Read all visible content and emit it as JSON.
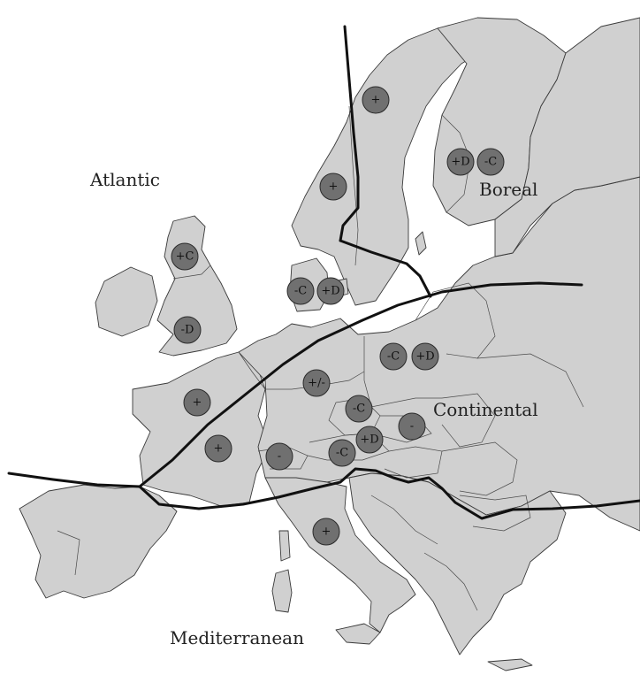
{
  "regions": {
    "atlantic": "Atlantic",
    "boreal": "Boreal",
    "continental": "Continental",
    "mediterranean": "Mediterranean"
  },
  "markers": [
    {
      "id": "norway-north",
      "label": "+"
    },
    {
      "id": "finland-a",
      "label": "+D"
    },
    {
      "id": "finland-b",
      "label": "-C"
    },
    {
      "id": "norway-south",
      "label": "+"
    },
    {
      "id": "scotland",
      "label": "+C"
    },
    {
      "id": "denmark-a",
      "label": "-C"
    },
    {
      "id": "denmark-b",
      "label": "+D"
    },
    {
      "id": "england",
      "label": "-D"
    },
    {
      "id": "poland-a",
      "label": "-C"
    },
    {
      "id": "poland-b",
      "label": "+D"
    },
    {
      "id": "germany",
      "label": "+/-"
    },
    {
      "id": "czech",
      "label": "-C"
    },
    {
      "id": "france-north",
      "label": "+"
    },
    {
      "id": "slovakia",
      "label": "-"
    },
    {
      "id": "austria",
      "label": "+D"
    },
    {
      "id": "france-south",
      "label": "+"
    },
    {
      "id": "switzerland",
      "label": "-"
    },
    {
      "id": "alps",
      "label": "-C"
    },
    {
      "id": "italy",
      "label": "+"
    }
  ],
  "colors": {
    "land": "#d0d0d0",
    "marker": "#707070",
    "zone_line": "#111111"
  }
}
